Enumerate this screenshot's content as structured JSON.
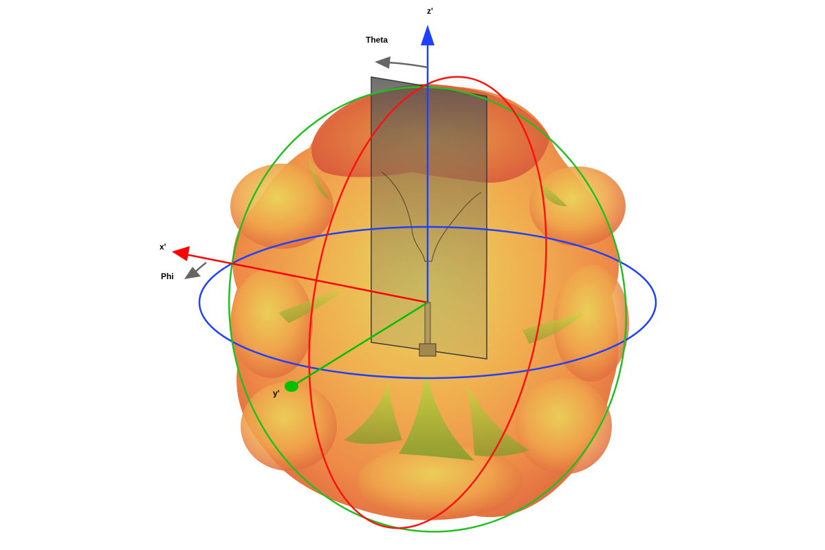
{
  "axes": {
    "z_label": "z'",
    "x_label": "x'",
    "y_label": "y'",
    "theta_label": "Theta",
    "phi_label": "Phi"
  },
  "colors": {
    "x_axis": "#ff0000",
    "y_axis": "#00c000",
    "z_axis": "#1e40ff",
    "rotation_arrows": "#666666",
    "pattern_warm": "#e85a3a",
    "pattern_mid": "#f2a24a",
    "pattern_cool": "#e6e85a",
    "antenna_panel": "#5a5a5a"
  }
}
